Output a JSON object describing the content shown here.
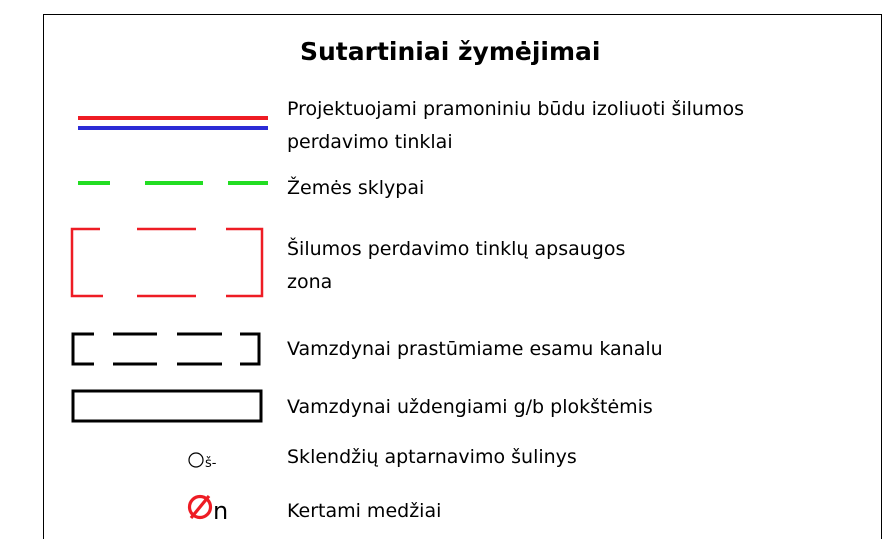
{
  "title": "Sutartiniai žymėjimai",
  "items": [
    {
      "symbol": "double-line-red-blue-icon",
      "line1": "Projektuojami pramoniniu būdu izoliuoti šilumos",
      "line2": "perdavimo tinklai"
    },
    {
      "symbol": "green-dashed-line-icon",
      "line1": "Žemės sklypai"
    },
    {
      "symbol": "red-dashed-rectangle-icon",
      "line1": "Šilumos perdavimo tinklų apsaugos",
      "line2": "zona"
    },
    {
      "symbol": "black-dashed-rectangle-icon",
      "line1": "Vamzdynai prastūmiame esamu kanalu"
    },
    {
      "symbol": "black-solid-rectangle-icon",
      "line1": "Vamzdynai uždengiami g/b plokštėmis"
    },
    {
      "symbol": "circle-icon",
      "sublabel": "š-",
      "line1": "Sklendžių aptarnavimo šulinys"
    },
    {
      "symbol": "crossed-circle-icon",
      "sublabel": "n",
      "line1": "Kertami medžiai"
    }
  ],
  "colors": {
    "red": "#ee1c24",
    "blue": "#2b2bd6",
    "green": "#22dd22",
    "black": "#000000"
  }
}
